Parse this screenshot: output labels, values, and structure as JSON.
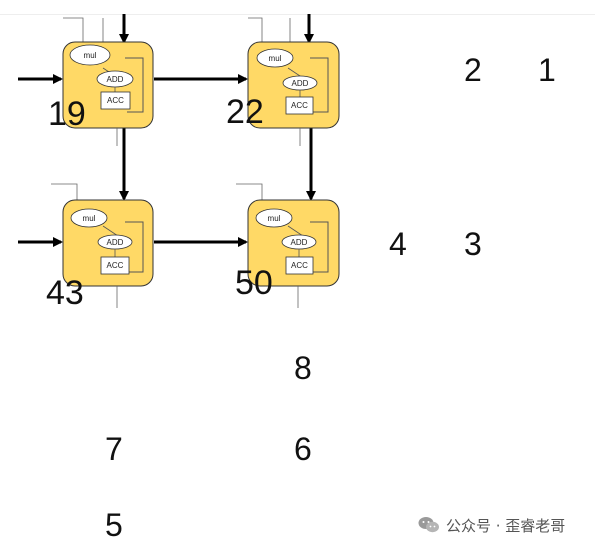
{
  "pe": {
    "mul": "mul",
    "add": "ADD",
    "acc": "ACC"
  },
  "acc_values": [
    "19",
    "22",
    "43",
    "50"
  ],
  "queue_numbers": {
    "right_top": [
      "2",
      "1"
    ],
    "right_mid": [
      "4",
      "3"
    ],
    "bottom_col2": [
      "8",
      "6"
    ],
    "bottom_col1": [
      "7",
      "5"
    ]
  },
  "watermark": "公众号 · 歪睿老哥",
  "colors": {
    "pe_fill": "#FFD966",
    "pe_stroke": "#333333",
    "arrow": "#000000"
  }
}
